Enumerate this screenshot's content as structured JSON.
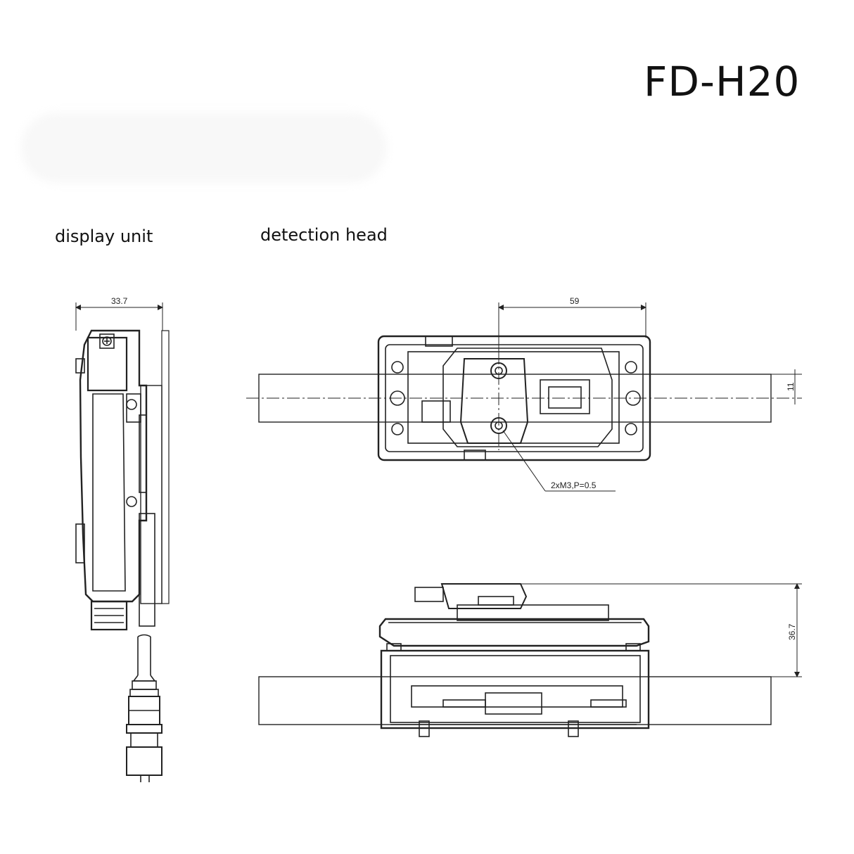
{
  "title": "FD-H20",
  "labels": {
    "display_unit": "display unit",
    "detection_head": "detection head"
  },
  "dimensions": {
    "display_width": "33.7",
    "head_hole_pitch": "59",
    "pipe_offset": "11",
    "head_height": "36.7",
    "thread_callout": "2xM3,P=0.5"
  }
}
